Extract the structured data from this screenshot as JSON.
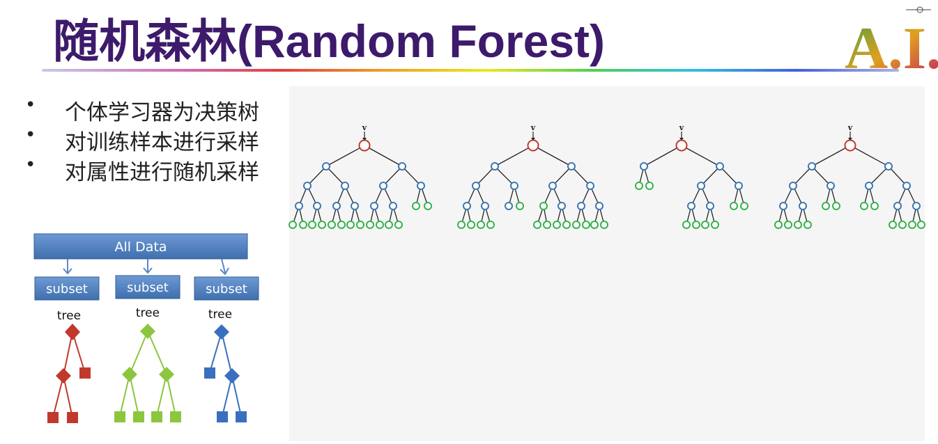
{
  "title": "随机森林(Random Forest)",
  "bullets": [
    "个体学习器为决策树",
    "对训练样本进行采样",
    "对属性进行随机采样"
  ],
  "logo_text": "A.I.",
  "diagram": {
    "all_data": "All Data",
    "subsets": [
      "subset",
      "subset",
      "subset"
    ],
    "tree_labels": [
      "tree",
      "tree",
      "tree"
    ],
    "colors": [
      "#c0392b",
      "#8cc63f",
      "#3a6fbf"
    ]
  },
  "forest": {
    "root_label": "v",
    "trees": 4
  },
  "colors": {
    "title": "#3d1a6b",
    "box_fill": "#4f81bd",
    "root_node": "#c0392b",
    "internal_node": "#3a78b5",
    "leaf_node": "#34b34a"
  }
}
